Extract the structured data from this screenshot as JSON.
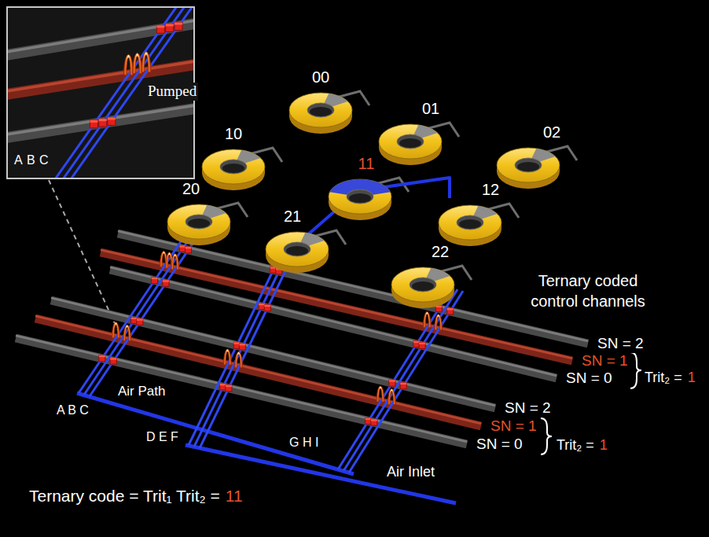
{
  "diagram": {
    "nodes": [
      {
        "text": [
          "Pumped",
          "A",
          "B",
          "C"
        ]
      },
      {
        "text": [
          "00"
        ]
      },
      {
        "text": [
          "01"
        ]
      },
      {
        "text": [
          "02"
        ]
      },
      {
        "text": [
          "10"
        ]
      },
      {
        "text": [
          "11"
        ]
      },
      {
        "text": [
          "12"
        ]
      },
      {
        "text": [
          "20"
        ]
      },
      {
        "text": [
          "21"
        ]
      },
      {
        "text": [
          "22"
        ]
      }
    ],
    "labels": [
      "Ternary coded control channels",
      "SN = 2",
      "SN = 1",
      "SN = 0",
      "Trit₂ =",
      "1",
      "SN = 2",
      "SN = 1",
      "SN = 0",
      "Trit₂ =",
      "1",
      "A B C",
      "Air Path",
      "D E F",
      "G H I",
      "Air Inlet",
      "Ternary code = Trit₁ Trit₂ =",
      "11"
    ]
  }
}
